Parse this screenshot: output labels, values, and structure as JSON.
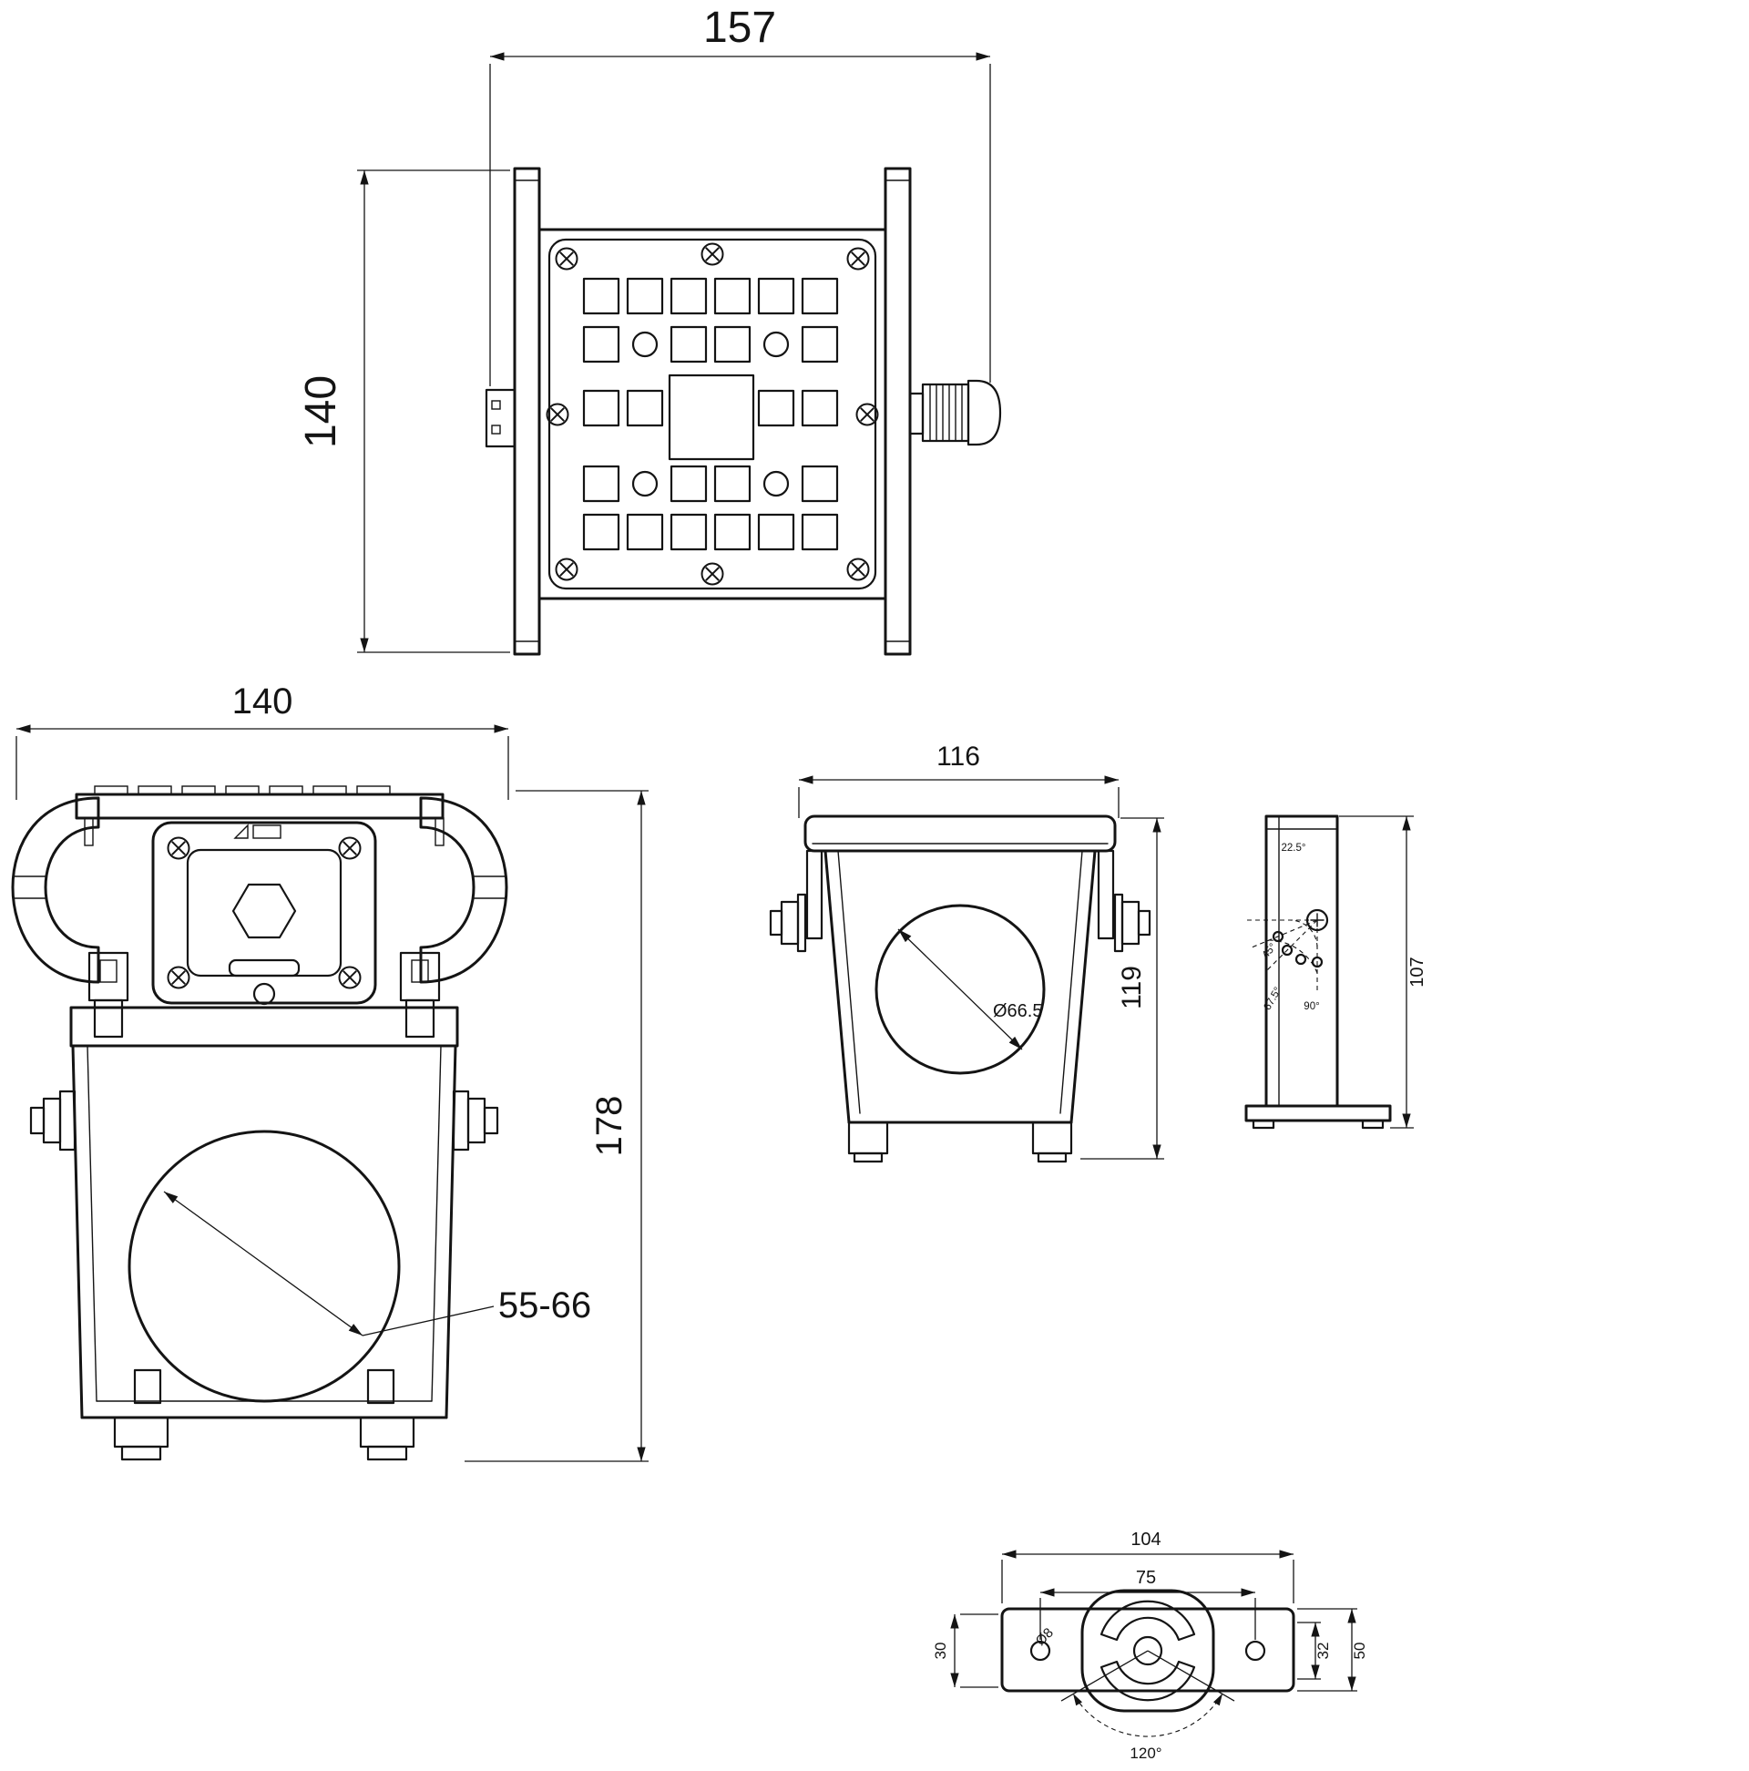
{
  "drawing": {
    "front_view": {
      "overall_width": "157",
      "overall_height": "140"
    },
    "back_view": {
      "body_width": "140",
      "total_height": "178",
      "clamp_diameter_range": "55-66"
    },
    "side_view": {
      "bracket_width": "116",
      "bracket_height": "119",
      "bore_diameter": "Ø66.5"
    },
    "pole_view": {
      "post_height": "107",
      "angle_22_5": "22.5°",
      "angle_45": "45°",
      "angle_67_5": "67.5°",
      "angle_90": "90°"
    },
    "plate_view": {
      "plate_width": "104",
      "hole_spacing": "75",
      "side_offset": "30",
      "hole_diameter": "Ø8",
      "inner_height": "32",
      "plate_height": "50",
      "swivel_angle": "120°"
    }
  }
}
